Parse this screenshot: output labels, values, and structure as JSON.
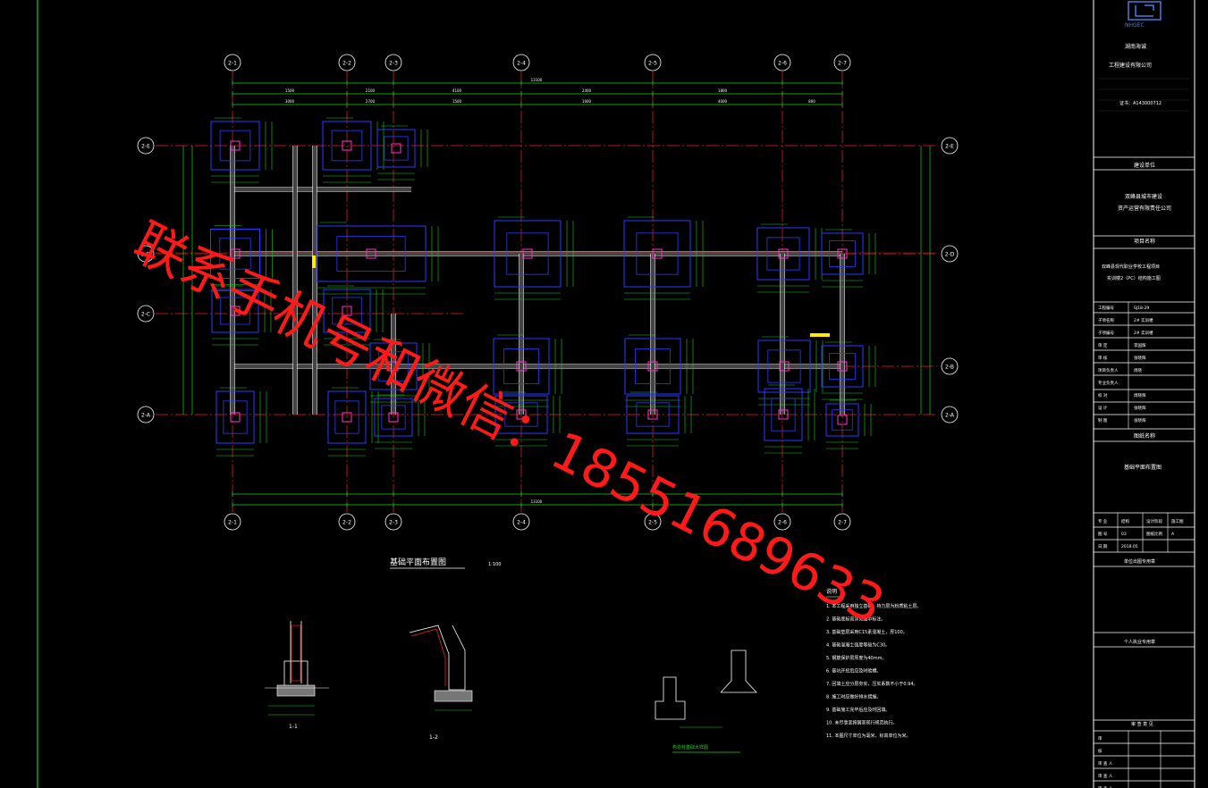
{
  "axes": {
    "top": [
      "2-1",
      "2-2",
      "2-3",
      "2-4",
      "2-5",
      "2-6",
      "2-7"
    ],
    "bottom": [
      "2-1",
      "2-2",
      "2-3",
      "2-4",
      "2-5",
      "2-6",
      "2-7"
    ],
    "left": [
      "2-E",
      "2-D",
      "2-C",
      "2-A"
    ],
    "right": [
      "2-E",
      "2-D",
      "2-B",
      "2-A"
    ]
  },
  "dims": {
    "total": "13100",
    "top_row": [
      "1500",
      "2100",
      "4100",
      "2400",
      "1800"
    ],
    "sub_row": [
      "3000",
      "2700",
      "1500",
      "1000",
      "4000",
      "800"
    ]
  },
  "plan": {
    "title": "基础平面布置图",
    "scale": "1:100"
  },
  "sections": {
    "s1_label": "1-1",
    "s2_label": "1-2",
    "detail_label": "构造柱基础大样图"
  },
  "notes": {
    "heading": "说明",
    "lines": [
      "1. 本工程采用独立基础，持力层为粉质粘土层。",
      "2. 基础底标高详见图中标注。",
      "3. 基础垫层采用C15素混凝土，厚100。",
      "4. 基础混凝土强度等级为C30。",
      "5. 钢筋保护层厚度为40mm。",
      "6. 基坑开挖后应及时验槽。",
      "7. 回填土应分层夯实，压实系数不小于0.94。",
      "8. 施工时应做好排水措施。",
      "9. 基础施工完毕后应及时回填。",
      "10. 未尽事宜按国家现行规范执行。",
      "11. 本图尺寸单位为毫米，标高单位为米。"
    ]
  },
  "title_block": {
    "logo_text": "NHGEC",
    "company_line1": "湖南海诚",
    "company_line2": "工程建设有限公司",
    "cert": "证书：A143000712",
    "client_header": "建设单位",
    "client_line1": "双峰县城市建设",
    "client_line2": "资产运营有限责任公司",
    "project_header": "项目名称",
    "project_line1": "双峰县现代职业学校工程项目",
    "project_line2": "实训楼2（PC）结构施工图",
    "rows": [
      {
        "k": "工程编号",
        "v": "SJ18-29"
      },
      {
        "k": "子项名称",
        "v": "2# 实训楼"
      },
      {
        "k": "子项编号",
        "v": "2# 实训楼"
      },
      {
        "k": "审 定",
        "v": "李国辉"
      },
      {
        "k": "审 核",
        "v": "张晓辉"
      },
      {
        "k": "项目负责人",
        "v": "周晓"
      },
      {
        "k": "专业负责人",
        "v": ""
      },
      {
        "k": "校 对",
        "v": "周晓辉"
      },
      {
        "k": "设 计",
        "v": "张晓辉"
      },
      {
        "k": "制 图",
        "v": "张晓辉"
      }
    ],
    "drawing_header": "图纸名称",
    "drawing_name": "基础平面布置图",
    "stage_row": [
      "专 业",
      "结构",
      "设计阶段",
      "施工图"
    ],
    "no_row": [
      "图 号",
      "03",
      "图纸比例",
      "A"
    ],
    "date_row": [
      "日 期",
      "2018.05"
    ],
    "seal1": "单位出图专用章",
    "seal2": "个人执业专用章",
    "review": "审 查 意 见",
    "review_rows": [
      "审",
      "核",
      "审 查 人",
      "审 查 人",
      "审 查 人"
    ]
  },
  "watermark": "联系手机号和微信：18551689633"
}
